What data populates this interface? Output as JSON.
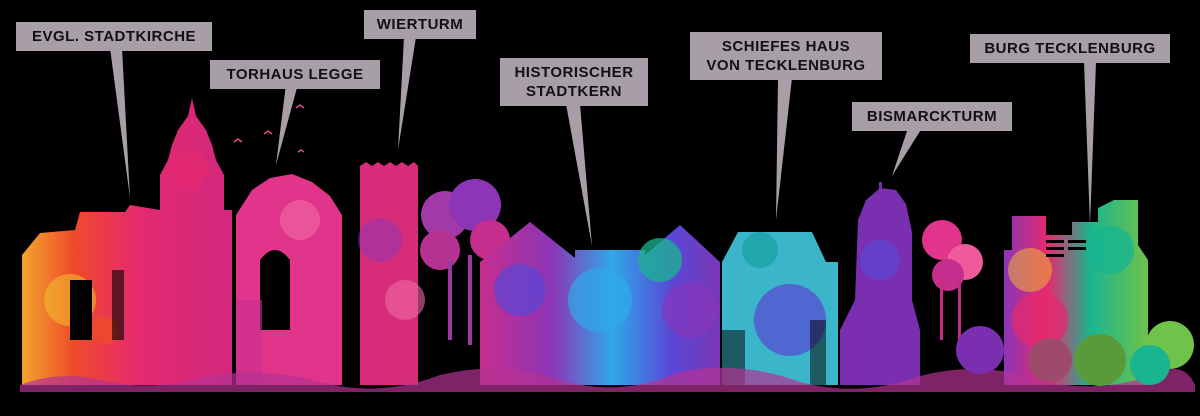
{
  "labels": [
    {
      "id": "evgl-stadtkirche",
      "lines": [
        "EVGL. STADTKIRCHE"
      ]
    },
    {
      "id": "torhaus-legge",
      "lines": [
        "TORHAUS LEGGE"
      ]
    },
    {
      "id": "wierturm",
      "lines": [
        "WIERTURM"
      ]
    },
    {
      "id": "historischer-stadtkern",
      "lines": [
        "HISTORISCHER",
        "STADTKERN"
      ]
    },
    {
      "id": "schiefes-haus",
      "lines": [
        "SCHIEFES HAUS",
        "VON TECKLENBURG"
      ]
    },
    {
      "id": "bismarckturm",
      "lines": [
        "BISMARCKTURM"
      ]
    },
    {
      "id": "burg-tecklenburg",
      "lines": [
        "BURG TECKLENBURG"
      ]
    }
  ],
  "colors": {
    "background": "#000000",
    "label_fill": "#a79ea8",
    "label_text": "#111111",
    "palette": [
      "#f2c12e",
      "#ee4a2a",
      "#e52a6f",
      "#c62e8e",
      "#8c35b6",
      "#5a46d6",
      "#2fa8e8",
      "#19b58f",
      "#6fc24a"
    ]
  }
}
